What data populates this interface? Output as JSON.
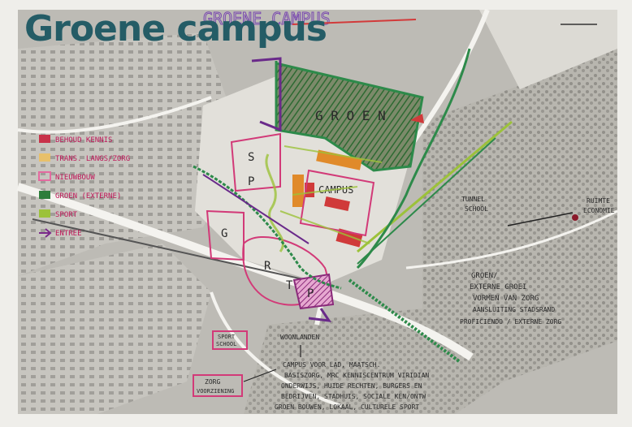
{
  "title": "Groene campus",
  "sketch_heading": "GROENE CAMPUS",
  "legend": [
    {
      "label": "BEHOUD KENNIS",
      "swatch": "#c8324a",
      "icon": "red-block-swatch"
    },
    {
      "label": "TRANS. LANGS/ZORG",
      "swatch": "#e8c06a",
      "icon": "yellow-swatch"
    },
    {
      "label": "NIEUWBOUW",
      "swatch": "#e46aa0",
      "icon": "pink-outline-swatch"
    },
    {
      "label": "GROEN (EXTERNE)",
      "swatch": "#2d7d3a",
      "icon": "green-hatch-swatch"
    },
    {
      "label": "SPORT",
      "swatch": "#9cc23a",
      "icon": "lime-swatch"
    },
    {
      "label": "ENTREE",
      "swatch": "#7a2a8a",
      "icon": "purple-arrow-swatch"
    }
  ],
  "zone_letters": {
    "groen": "G R O E N",
    "campus": "CAMPUS",
    "s": "S",
    "p": "P",
    "g": "G",
    "r": "R",
    "t": "T",
    "p2": "P"
  },
  "annotations": {
    "tunnel": [
      "TUNNEL",
      "SCHOOL"
    ],
    "ruimte": [
      "RUIMTE",
      "ECONOMIE"
    ],
    "right_block": [
      "GROEN/",
      "EXTERNE GROEI",
      "VORMEN VAN ZORG",
      "AANSLUITING STADSRAND",
      "PROFICIENDO / EXTERNE ZORG"
    ],
    "sport_school": [
      "SPORT",
      "SCHOOL"
    ],
    "zorg": [
      "ZORG",
      "VOORZIENING"
    ],
    "woonlanden": "WOONLANDEN",
    "bottom_block": [
      "CAMPUS VOOR LAD, MAATSCH.",
      "BASISZORG, MRC KENNISCENTRUM VIRIDIAN",
      "ONDERWIJS, HUIDE RECHTEN, BURGERS EN",
      "BEDRIJVEN, STADHUIS, SOCIALE KEN/ONTW",
      "GROEN BOUWEN, LOKAAL, CULTURELE SPORT"
    ]
  },
  "colors": {
    "title": "#245c66",
    "green_line": "#2d8a4a",
    "lime": "#9cc23a",
    "pink": "#d23a78",
    "purple": "#6a2a8a",
    "red": "#d03a3a",
    "orange": "#e08a2a"
  }
}
